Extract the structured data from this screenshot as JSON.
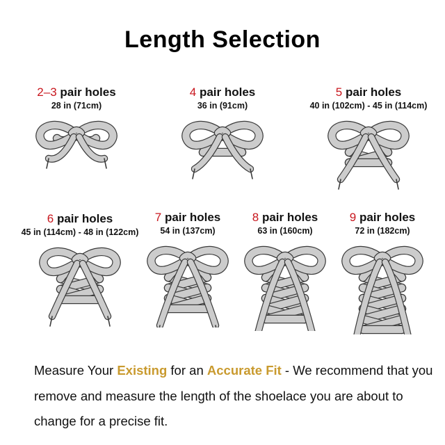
{
  "title": "Length Selection",
  "options": [
    {
      "num": "2–3",
      "label": "pair holes",
      "length": "28 in (71cm)",
      "rungs": 0
    },
    {
      "num": "4",
      "label": "pair holes",
      "length": "36 in (91cm)",
      "rungs": 1
    },
    {
      "num": "5",
      "label": "pair holes",
      "length": "40 in (102cm) - 45 in (114cm)",
      "rungs": 2
    },
    {
      "num": "6",
      "label": "pair holes",
      "length": "45 in (114cm) - 48 in (122cm)",
      "rungs": 3
    },
    {
      "num": "7",
      "label": "pair holes",
      "length": "54 in (137cm)",
      "rungs": 4
    },
    {
      "num": "8",
      "label": "pair holes",
      "length": "63 in (160cm)",
      "rungs": 5
    },
    {
      "num": "9",
      "label": "pair holes",
      "length": "72 in (182cm)",
      "rungs": 6
    }
  ],
  "note": {
    "part1": "Measure Your ",
    "highlight1": "Existing",
    "part2": " for an ",
    "highlight2": "Accurate Fit",
    "part3": " - We recommend that you remove and measure the length of the shoelace you are about to change for a precise fit."
  },
  "colors": {
    "number": "#c8161d",
    "highlight": "#c99a2e",
    "lace_fill": "#cccccc",
    "lace_outline": "#3a3a3a"
  }
}
